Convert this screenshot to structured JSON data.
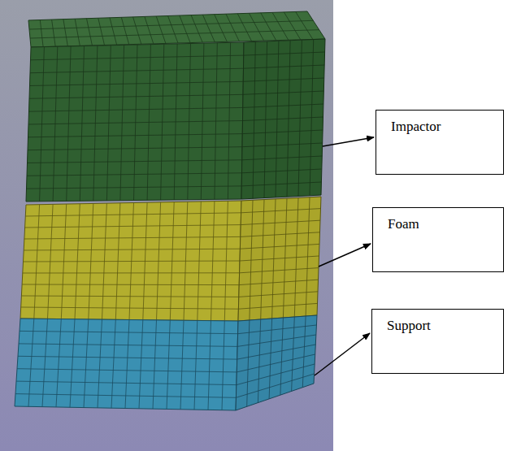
{
  "diagram": {
    "nodes": [
      {
        "text": [
          "Impactor"
        ]
      },
      {
        "text": [
          "Foam"
        ]
      },
      {
        "text": [
          "Support"
        ]
      }
    ]
  }
}
